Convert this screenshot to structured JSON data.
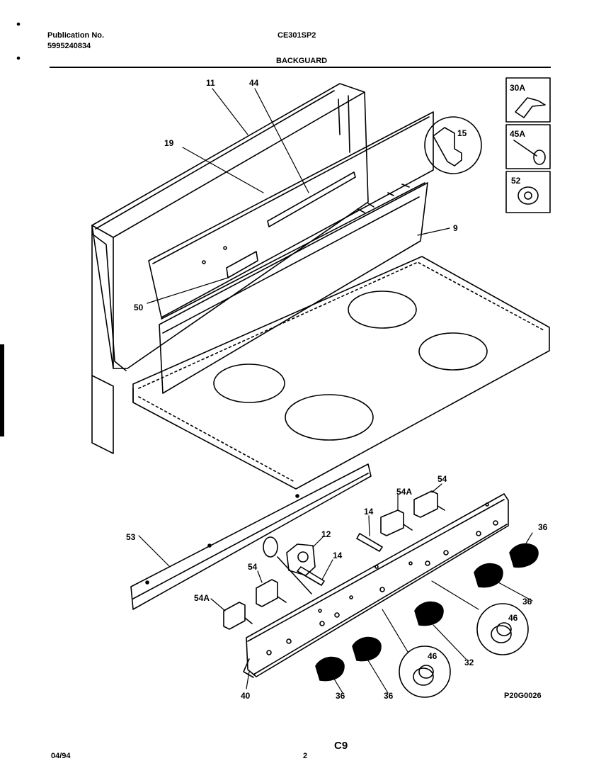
{
  "header": {
    "publication_label": "Publication No.",
    "publication_number": "5995240834",
    "model": "CE301SP2",
    "section_title": "BACKGUARD"
  },
  "diagram": {
    "callouts": [
      "11",
      "44",
      "19",
      "15",
      "9",
      "50",
      "30A",
      "45A",
      "52",
      "53",
      "54A",
      "54",
      "14",
      "12",
      "14",
      "54",
      "54A",
      "36",
      "36",
      "46",
      "32",
      "46",
      "40",
      "36",
      "36"
    ],
    "drawing_code": "P20G0026"
  },
  "footer": {
    "date": "04/94",
    "page": "2",
    "section_code": "C9"
  }
}
